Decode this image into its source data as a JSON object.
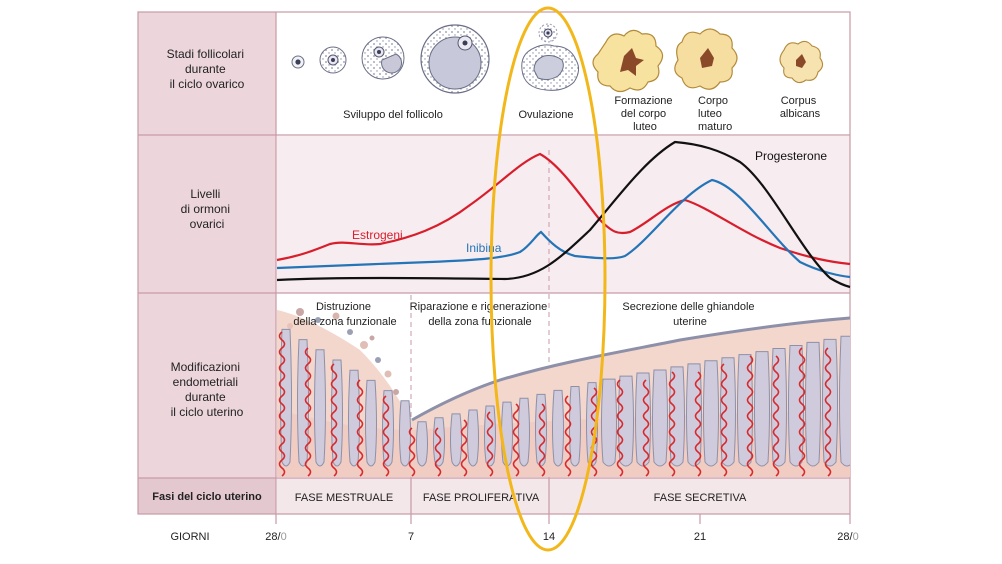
{
  "rows": {
    "follicle_stages": [
      "Stadi follicolari",
      "durante",
      "il ciclo ovarico"
    ],
    "hormones": [
      "Livelli",
      "di ormoni",
      "ovarici"
    ],
    "endometrium": [
      "Modificazioni",
      "endometriali",
      "durante",
      "il ciclo uterino"
    ],
    "phases_header": "Fasi del ciclo uterino"
  },
  "follicle_labels": {
    "development": "Sviluppo del follicolo",
    "ovulation": "Ovulazione",
    "corpus_formation": [
      "Formazione",
      "del corpo",
      "luteo"
    ],
    "corpus_mature": [
      "Corpo",
      "luteo",
      "maturo"
    ],
    "corpus_albicans": [
      "Corpus",
      "albicans"
    ]
  },
  "hormone_labels": {
    "progesterone": "Progesterone",
    "estrogen": "Estrogeni",
    "inhibin": "Inibina"
  },
  "endometrium_labels": {
    "destruction": [
      "Distruzione",
      "della zona funzionale"
    ],
    "repair": [
      "Riparazione e rigenerazione",
      "della zona funzionale"
    ],
    "secretion": [
      "Secrezione delle ghiandole",
      "uterine"
    ]
  },
  "phases": [
    "FASE MESTRUALE",
    "FASE PROLIFERATIVA",
    "FASE SECRETIVA"
  ],
  "days": {
    "axis_label": "GIORNI",
    "ticks": [
      {
        "main": "28/",
        "sub": "0"
      },
      {
        "main": "7",
        "sub": ""
      },
      {
        "main": "14",
        "sub": ""
      },
      {
        "main": "21",
        "sub": ""
      },
      {
        "main": "28/",
        "sub": "0"
      }
    ]
  },
  "colors": {
    "estrogen": "#d81e2c",
    "inhibin": "#2474b8",
    "progesterone": "#111111",
    "highlight": "#f2b71a",
    "left_panel": "#ecd6dc",
    "grid": "#c99aa7"
  }
}
